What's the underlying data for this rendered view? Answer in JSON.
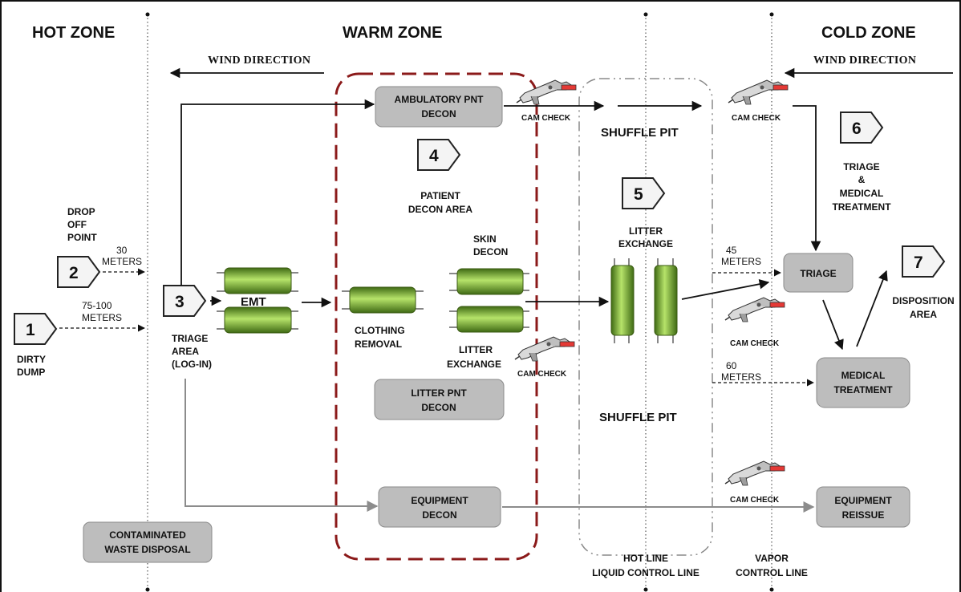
{
  "zones": {
    "hot": "HOT ZONE",
    "warm": "WARM ZONE",
    "cold": "COLD ZONE"
  },
  "wind": {
    "left": "WIND DIRECTION",
    "right": "WIND DIRECTION"
  },
  "markers": {
    "m1": "1",
    "m2": "2",
    "m3": "3",
    "m4": "4",
    "m5": "5",
    "m6": "6",
    "m7": "7"
  },
  "areas": {
    "dirty_dump": [
      "DIRTY",
      "DUMP"
    ],
    "drop_off": [
      "DROP",
      "OFF",
      "POINT"
    ],
    "dist_30": [
      "30",
      "METERS"
    ],
    "dist_75": [
      "75-100",
      "METERS"
    ],
    "triage_area": [
      "TRIAGE",
      "AREA",
      "(LOG-IN)"
    ],
    "emt": "EMT",
    "patient_decon": [
      "PATIENT",
      "DECON AREA"
    ],
    "clothing_removal": [
      "CLOTHING",
      "REMOVAL"
    ],
    "skin_decon": [
      "SKIN",
      "DECON"
    ],
    "litter_exchange_left": [
      "LITTER",
      "EXCHANGE"
    ],
    "shuffle_pit_top": "SHUFFLE PIT",
    "shuffle_pit_bottom": "SHUFFLE PIT",
    "litter_exchange_mid": [
      "LITTER",
      "EXCHANGE"
    ],
    "triage_med": [
      "TRIAGE",
      "&",
      "MEDICAL",
      "TREATMENT"
    ],
    "dist_45": [
      "45",
      "METERS"
    ],
    "dist_60": [
      "60",
      "METERS"
    ],
    "disposition": [
      "DISPOSITION",
      "AREA"
    ],
    "hot_line": [
      "HOT LINE",
      "LIQUID CONTROL LINE"
    ],
    "vapor_line": [
      "VAPOR",
      "CONTROL LINE"
    ]
  },
  "boxes": {
    "ambulatory": [
      "AMBULATORY PNT",
      "DECON"
    ],
    "litter_pnt": [
      "LITTER PNT",
      "DECON"
    ],
    "equipment_decon": [
      "EQUIPMENT",
      "DECON"
    ],
    "contaminated": [
      "CONTAMINATED",
      "WASTE DISPOSAL"
    ],
    "triage": [
      "TRIAGE"
    ],
    "medical": [
      "MEDICAL",
      "TREATMENT"
    ],
    "reissue": [
      "EQUIPMENT",
      "REISSUE"
    ]
  },
  "cam_check": "CAM CHECK",
  "colors": {
    "dash_red": "#8b1a1a",
    "green_dark": "#4f7a1f",
    "green_light": "#a8d95a",
    "box_gray": "#bdbdbd",
    "arrow_gray": "#8c8c8c"
  }
}
